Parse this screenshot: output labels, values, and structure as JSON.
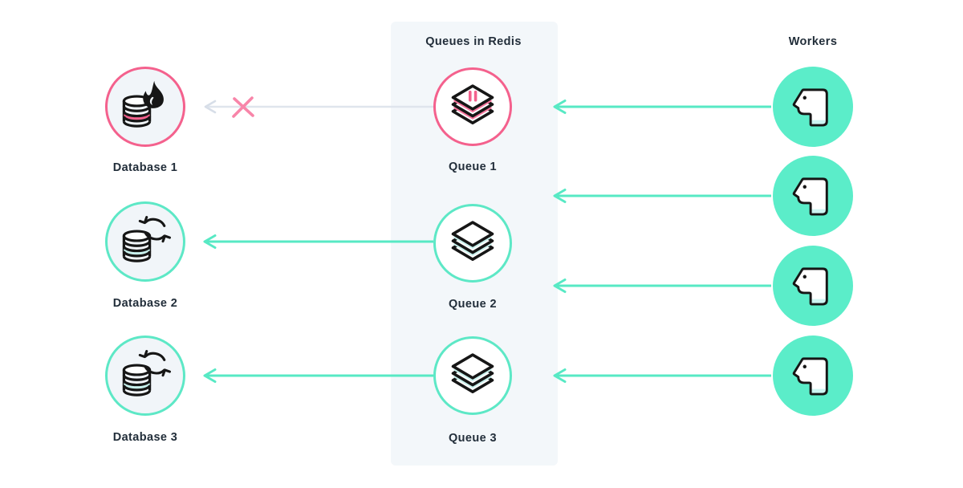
{
  "diagram": {
    "panel": {
      "title": "Queues in Redis"
    },
    "workers_header": "Workers",
    "databases": [
      {
        "label": "Database 1",
        "status": "error",
        "icon": "database-fire-icon",
        "accent": "#F4618D"
      },
      {
        "label": "Database 2",
        "status": "syncing",
        "icon": "database-sync-icon",
        "accent": "#5DE8C6"
      },
      {
        "label": "Database 3",
        "status": "syncing",
        "icon": "database-sync-icon",
        "accent": "#5DE8C6"
      }
    ],
    "queues": [
      {
        "label": "Queue 1",
        "state": "paused",
        "accent": "#F4618D",
        "stripe": "#F9779F"
      },
      {
        "label": "Queue 2",
        "state": "active",
        "accent": "#5DE8C6",
        "stripe": "#C9F2EE"
      },
      {
        "label": "Queue 3",
        "state": "active",
        "accent": "#5DE8C6",
        "stripe": "#C9F2EE"
      }
    ],
    "workers": {
      "count": 4
    },
    "arrows": {
      "workers_to_queue_panel": 4,
      "queue_to_database": [
        {
          "from": "Queue 1",
          "to": "Database 1",
          "status": "blocked"
        },
        {
          "from": "Queue 2",
          "to": "Database 2",
          "status": "active"
        },
        {
          "from": "Queue 3",
          "to": "Database 3",
          "status": "active"
        }
      ]
    },
    "colors": {
      "pink": "#F4618D",
      "pink_soft": "#F885A9",
      "teal": "#57E9C4",
      "teal_fill": "#5BEDC9",
      "cyan_light": "#C9F2EE",
      "panel_bg": "#F3F7FA",
      "circle_bg": "#F1F5F9",
      "gray_arrow": "#DFE5ED",
      "ink": "#222E3A"
    }
  }
}
